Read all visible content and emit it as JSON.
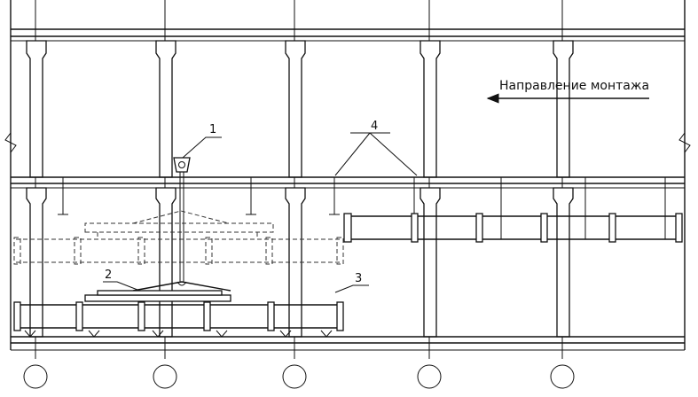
{
  "labels": {
    "direction": "Направление монтажа",
    "callout_1": "1",
    "callout_2": "2",
    "callout_3": "3",
    "callout_4": "4"
  }
}
